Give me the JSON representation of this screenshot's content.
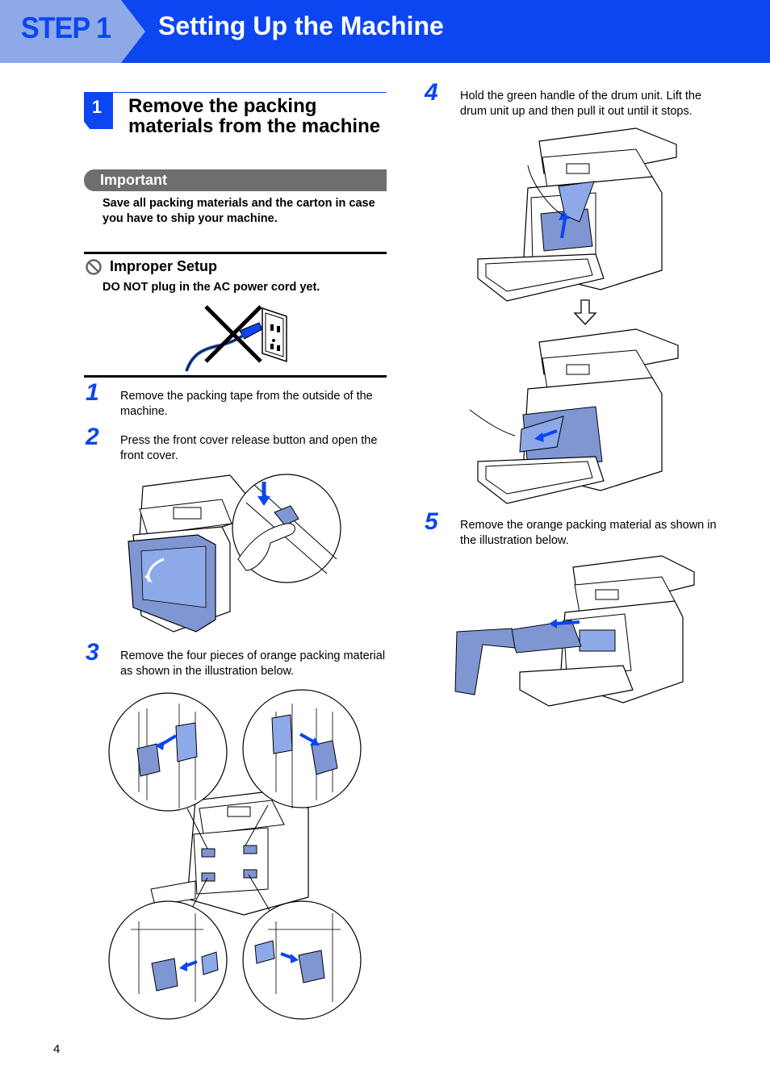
{
  "header": {
    "step_label": "STEP 1",
    "title": "Setting Up the Machine"
  },
  "section": {
    "number": "1",
    "title": "Remove the packing materials from the machine"
  },
  "important": {
    "title": "Important",
    "text": "Save all packing materials and the carton in case you have to ship your machine."
  },
  "improper": {
    "title": "Improper Setup",
    "text": "DO NOT plug in the AC power cord yet."
  },
  "steps": [
    {
      "num": "1",
      "text": "Remove the packing tape from the outside of the machine."
    },
    {
      "num": "2",
      "text": "Press the front cover release button and open the front cover."
    },
    {
      "num": "3",
      "text": "Remove the four pieces of orange packing material as shown in the illustration below."
    },
    {
      "num": "4",
      "text": "Hold the green handle of the drum unit. Lift the drum unit up and then pull it out until it stops."
    },
    {
      "num": "5",
      "text": "Remove the orange packing material as shown in the illustration below."
    }
  ],
  "icons": {
    "prohibited": "prohibited-icon",
    "arrow_down": "arrow-down-icon"
  },
  "colors": {
    "accent": "#0b46f0",
    "light_accent": "#8ea9e8",
    "part_fill": "#7f96d3",
    "important_bar": "#6e6e6e"
  },
  "page": {
    "number": "4"
  }
}
